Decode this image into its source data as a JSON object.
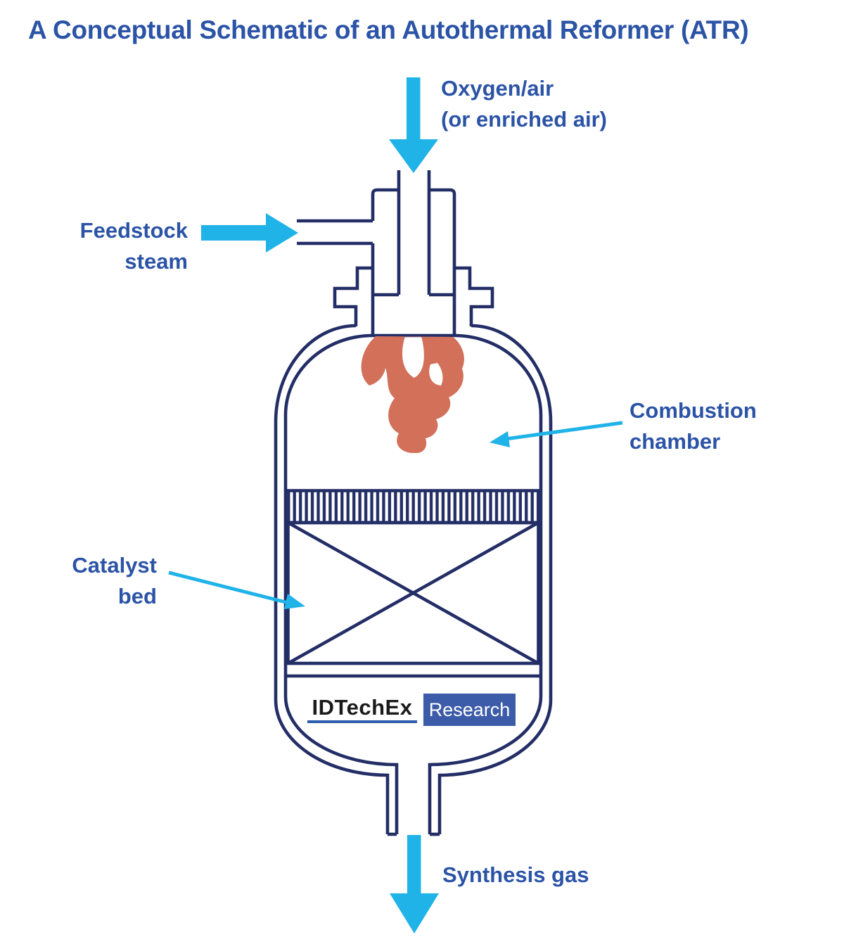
{
  "title": "A Conceptual Schematic of an Autothermal Reformer (ATR)",
  "labels": {
    "oxygen_line1": "Oxygen/air",
    "oxygen_line2": "(or enriched air)",
    "feedstock_line1": "Feedstock",
    "feedstock_line2": "steam",
    "combustion_line1": "Combustion",
    "combustion_line2": "chamber",
    "catalyst_line1": "Catalyst",
    "catalyst_line2": "bed",
    "synthesis": "Synthesis gas"
  },
  "logo": {
    "brand": "IDTechEx",
    "suffix": "Research"
  },
  "diagram": {
    "type": "process-schematic",
    "subject": "Autothermal Reformer (ATR)",
    "components": [
      "oxygen/air inlet",
      "feedstock steam inlet",
      "burner nozzle",
      "combustion chamber",
      "catalyst bed",
      "synthesis gas outlet"
    ]
  },
  "icons": {
    "flame_icon": "stylized-flame-shape",
    "down_arrow_icon": "filled-triangle-arrow",
    "right_arrow_icon": "filled-triangle-arrow",
    "pointer_arrow_icon": "thin-line-arrow"
  },
  "colors": {
    "outline_navy": "#232e66",
    "arrow_cyan": "#1fb3e8",
    "label_blue": "#2b53a6",
    "flame_orange": "#d2705a",
    "logo_box_blue": "#3c5ba8",
    "logo_underline_blue": "#2e5cb0",
    "logo_text_black": "#1a1a1a",
    "background": "#ffffff"
  }
}
